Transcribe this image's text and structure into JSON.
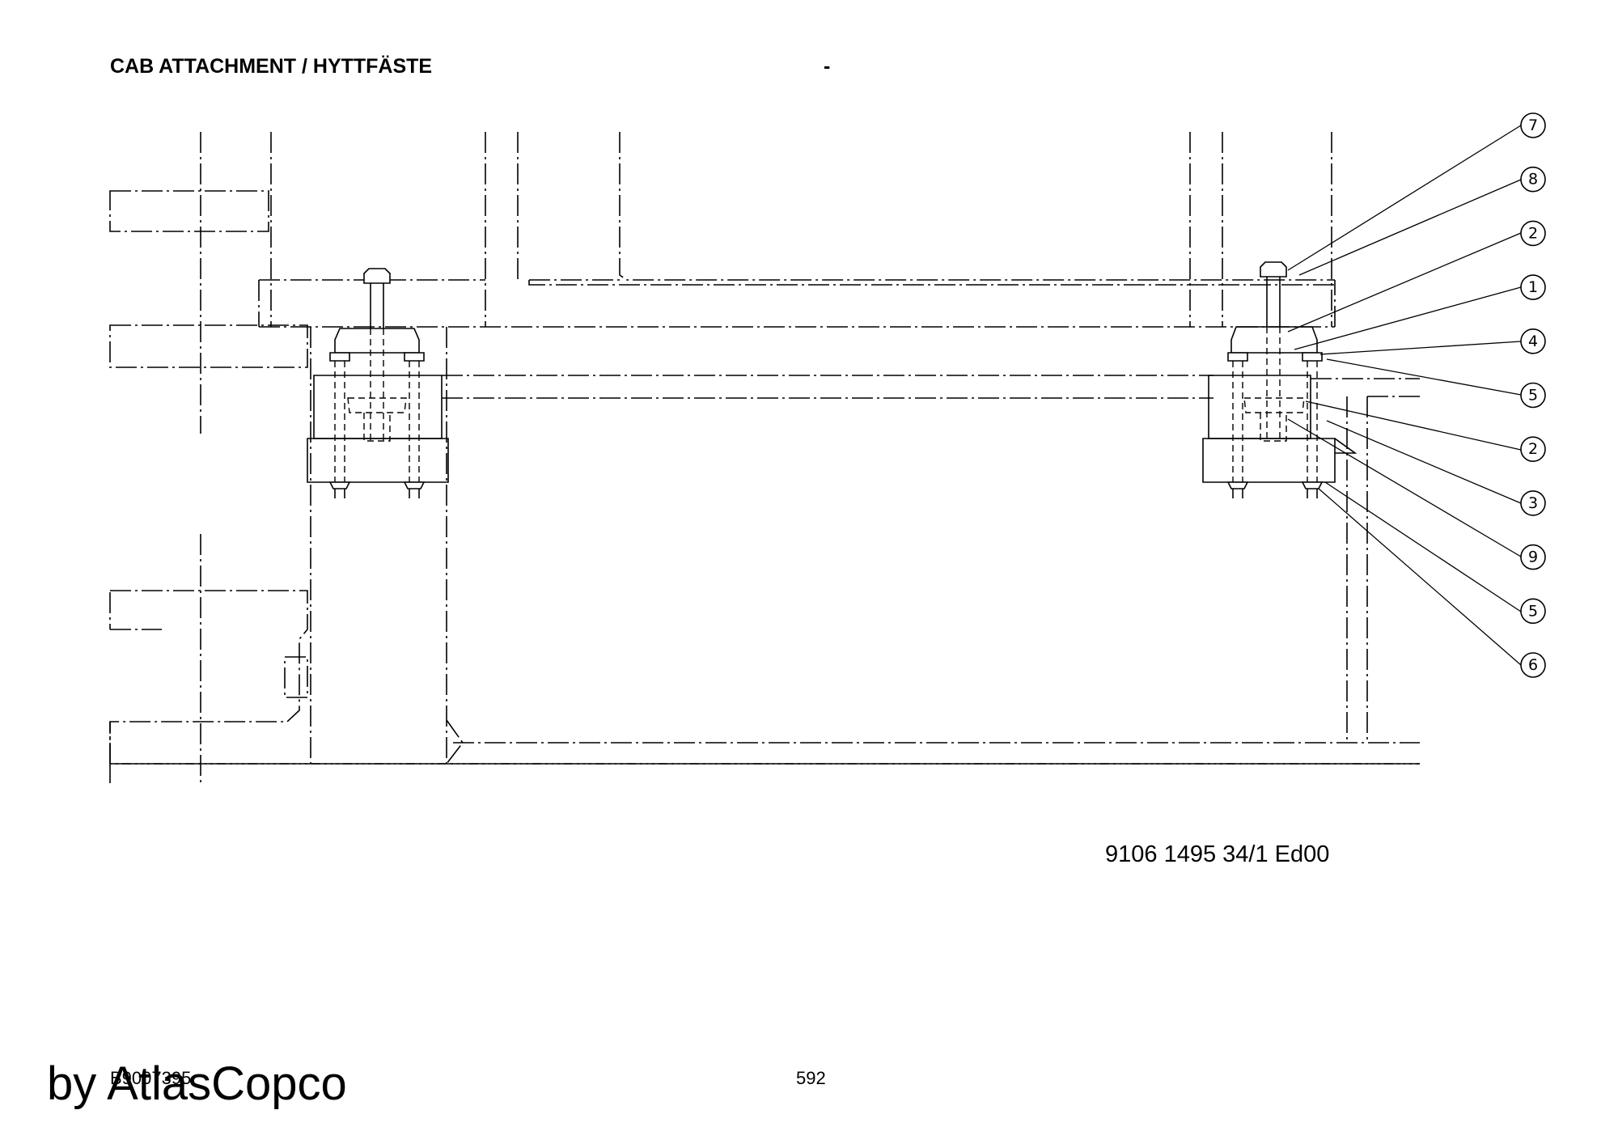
{
  "header": {
    "title": "CAB ATTACHMENT / HYTTFÄSTE",
    "dash": "-"
  },
  "drawing": {
    "part_number": "9106 1495 34/1  Ed00",
    "callouts": [
      "7",
      "8",
      "2",
      "1",
      "4",
      "5",
      "2",
      "3",
      "9",
      "5",
      "6"
    ]
  },
  "footer": {
    "doc_ref": "B9007395",
    "page_number": "592",
    "brand": "by AtlasCopco"
  }
}
